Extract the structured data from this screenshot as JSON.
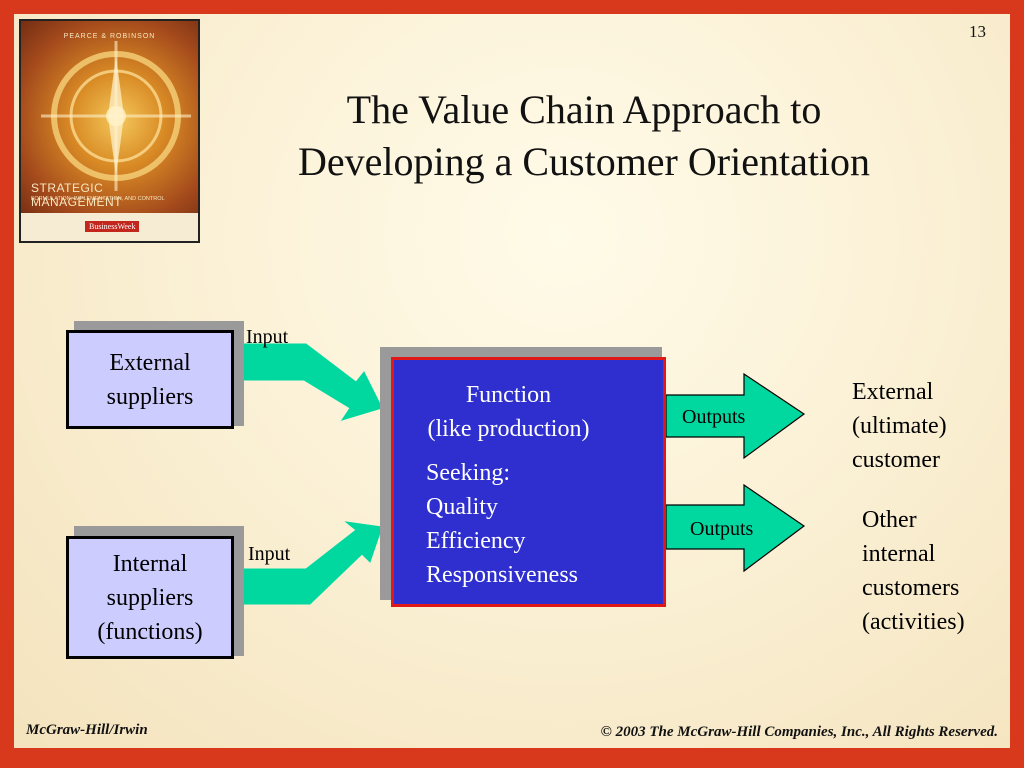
{
  "slide": {
    "page_number": "13",
    "title_lines": [
      "The Value Chain Approach to",
      "Developing a Customer Orientation"
    ]
  },
  "book_cover": {
    "authors": "PEARCE & ROBINSON",
    "title": "STRATEGIC MANAGEMENT",
    "subtitle": "FORMULATION, IMPLEMENTATION, AND CONTROL",
    "publisher": "BusinessWeek"
  },
  "diagram": {
    "external_suppliers": [
      "External",
      "suppliers"
    ],
    "internal_suppliers": [
      "Internal",
      "suppliers",
      "(functions)"
    ],
    "input_top": "Input",
    "input_bottom": "Input",
    "function": {
      "title": "Function",
      "subtitle": "(like production)",
      "list": [
        "Seeking:",
        "Quality",
        "Efficiency",
        "Responsiveness"
      ]
    },
    "outputs_top": "Outputs",
    "outputs_bottom": "Outputs",
    "external_customer": [
      "External",
      "(ultimate)",
      "customer"
    ],
    "internal_customers": [
      "Other",
      "internal",
      "customers",
      "(activities)"
    ]
  },
  "footer": {
    "left": "McGraw-Hill/Irwin",
    "right": "© 2003 The McGraw-Hill Companies, Inc., All Rights Reserved."
  },
  "colors": {
    "border_red": "#d8391c",
    "arrow_green": "#00d8a0",
    "supplier_fill": "#ccccff",
    "function_fill": "#2f2fd0",
    "function_border": "#e01818"
  }
}
